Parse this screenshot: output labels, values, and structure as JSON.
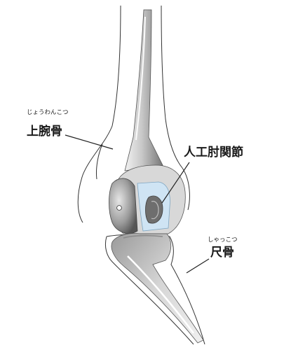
{
  "labels": {
    "humerus": {
      "reading": "じょうわんこつ",
      "name": "上腕骨"
    },
    "implant": {
      "name": "人工肘関節"
    },
    "ulna": {
      "reading": "しゃっこつ",
      "name": "尺骨"
    }
  },
  "colors": {
    "implant_metal_light": "#eeeeee",
    "implant_metal_mid": "#b8b8b8",
    "implant_metal_dark": "#6e6e6e",
    "polyethylene_liner": "#cfe4f4",
    "bone_outline": "#333333",
    "background": "#ffffff"
  }
}
